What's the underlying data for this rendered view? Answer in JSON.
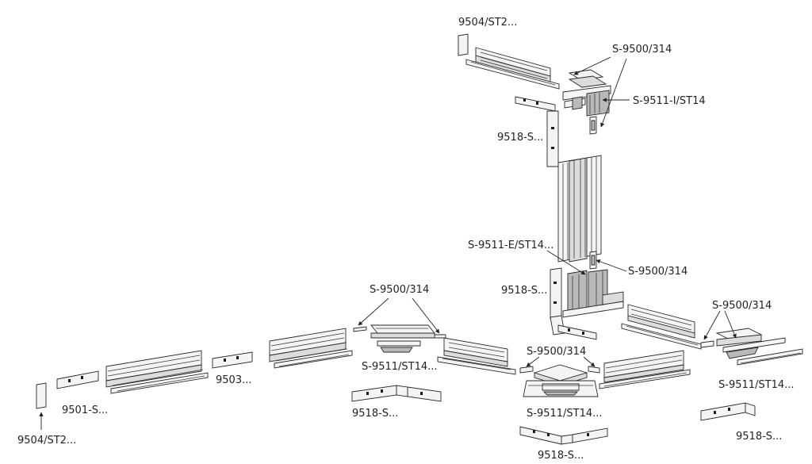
{
  "labels": {
    "top_left_cap": "9504/ST2...",
    "top_connector": "S-9500/314",
    "top_elbow": "S-9511-I/ST14",
    "upper_link": "9518-S...",
    "lower_elbow": "S-9511-E/ST14...",
    "mid_connector": "S-9500/314",
    "mid_link": "9518-S...",
    "left_connector": "S-9500/314",
    "left_tee": "S-9511/ST14...",
    "middle_track": "9503...",
    "left_link": "9518-S...",
    "far_left_track": "9501-S...",
    "far_left_cap": "9504/ST2...",
    "center_connector": "S-9500/314",
    "center_tee": "S-9511/ST14...",
    "center_link": "9518-S...",
    "right_connector": "S-9500/314",
    "right_tee": "S-9511/ST14...",
    "right_link": "9518-S..."
  },
  "colors": {
    "line": "#2a2a2a",
    "fill": "#f4f4f4",
    "shade": "#b9b9b9",
    "background": "#ffffff"
  }
}
